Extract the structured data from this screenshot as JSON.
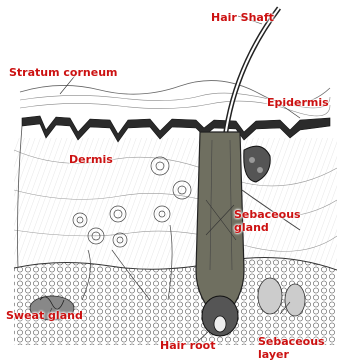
{
  "diagram": {
    "label_color": "#cc1111",
    "labels": {
      "hair_shaft": "Hair Shaft",
      "stratum_corneum": "Stratum corneum",
      "epidermis": "Epidermis",
      "dermis": "Dermis",
      "sebaceous_gland_1": "Sebaceous",
      "sebaceous_gland_2": "gland",
      "sweat_gland": "Sweat gland",
      "hair_root": "Hair root",
      "sebaceous_layer_1": "Sebaceous",
      "sebaceous_layer_2": "layer"
    }
  }
}
